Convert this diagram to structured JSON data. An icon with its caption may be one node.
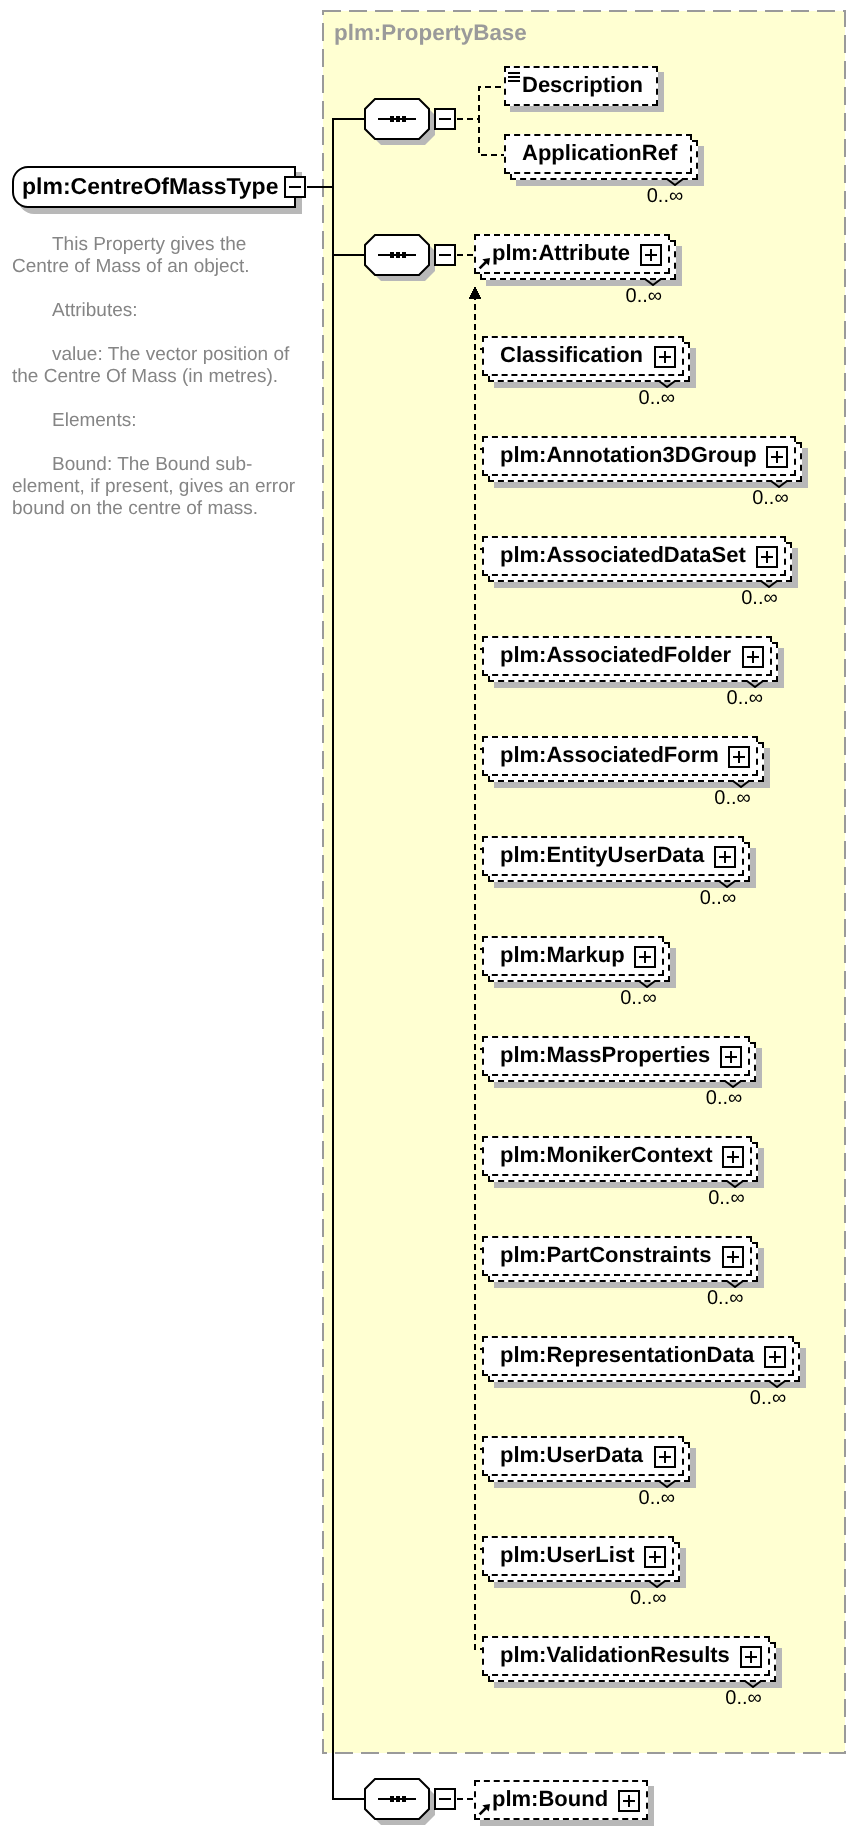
{
  "diagram": {
    "nodes": [
      {
        "text": [
          "plm:CentreOfMassType"
        ],
        "beside": [
          "This Property gives the Centre of Mass of an object.",
          "Attributes:",
          "value: The vector position of the Centre Of Mass (in metres).",
          "Elements:",
          "Bound: The Bound sub-element, if present, gives an error bound on the centre of mass."
        ]
      },
      {
        "text": [
          "plm:PropertyBase"
        ]
      },
      {
        "text": [],
        "shape": "octagon",
        "in": 1
      },
      {
        "text": [
          "Description"
        ],
        "in": 1
      },
      {
        "text": [
          "ApplicationRef"
        ],
        "in": 1,
        "beside": [
          "0..∞"
        ]
      },
      {
        "text": [],
        "shape": "octagon",
        "in": 1
      },
      {
        "text": [
          "plm:Attribute"
        ],
        "in": 1,
        "beside": [
          "0..∞"
        ]
      },
      {
        "text": [
          "Classification"
        ],
        "in": 1,
        "beside": [
          "0..∞"
        ]
      },
      {
        "text": [
          "plm:Annotation3DGroup"
        ],
        "in": 1,
        "beside": [
          "0..∞"
        ]
      },
      {
        "text": [
          "plm:AssociatedDataSet"
        ],
        "in": 1,
        "beside": [
          "0..∞"
        ]
      },
      {
        "text": [
          "plm:AssociatedFolder"
        ],
        "in": 1,
        "beside": [
          "0..∞"
        ]
      },
      {
        "text": [
          "plm:AssociatedForm"
        ],
        "in": 1,
        "beside": [
          "0..∞"
        ]
      },
      {
        "text": [
          "plm:EntityUserData"
        ],
        "in": 1,
        "beside": [
          "0..∞"
        ]
      },
      {
        "text": [
          "plm:Markup"
        ],
        "in": 1,
        "beside": [
          "0..∞"
        ]
      },
      {
        "text": [
          "plm:MassProperties"
        ],
        "in": 1,
        "beside": [
          "0..∞"
        ]
      },
      {
        "text": [
          "plm:MonikerContext"
        ],
        "in": 1,
        "beside": [
          "0..∞"
        ]
      },
      {
        "text": [
          "plm:PartConstraints"
        ],
        "in": 1,
        "beside": [
          "0..∞"
        ]
      },
      {
        "text": [
          "plm:RepresentationData"
        ],
        "in": 1,
        "beside": [
          "0..∞"
        ]
      },
      {
        "text": [
          "plm:UserData"
        ],
        "in": 1,
        "beside": [
          "0..∞"
        ]
      },
      {
        "text": [
          "plm:UserList"
        ],
        "in": 1,
        "beside": [
          "0..∞"
        ]
      },
      {
        "text": [
          "plm:ValidationResults"
        ],
        "in": 1,
        "beside": [
          "0..∞"
        ]
      },
      {
        "text": [],
        "shape": "octagon"
      },
      {
        "text": [
          "plm:Bound"
        ]
      }
    ],
    "edges": [
      {
        "from": 0,
        "to": 2,
        "arrow": "none"
      },
      {
        "from": 0,
        "to": 5,
        "arrow": "none"
      },
      {
        "from": 0,
        "to": 21,
        "arrow": "none"
      },
      {
        "from": 2,
        "to": 3,
        "arrow": "none",
        "style": "dashed"
      },
      {
        "from": 2,
        "to": 4,
        "arrow": "none",
        "style": "dashed"
      },
      {
        "from": 5,
        "to": 6,
        "arrow": "none",
        "style": "dashed"
      },
      {
        "from": 7,
        "to": 6,
        "arrow": "to",
        "style": "dashed"
      },
      {
        "from": 8,
        "to": 6,
        "arrow": "to",
        "style": "dashed"
      },
      {
        "from": 9,
        "to": 6,
        "arrow": "to",
        "style": "dashed"
      },
      {
        "from": 10,
        "to": 6,
        "arrow": "to",
        "style": "dashed"
      },
      {
        "from": 11,
        "to": 6,
        "arrow": "to",
        "style": "dashed"
      },
      {
        "from": 12,
        "to": 6,
        "arrow": "to",
        "style": "dashed"
      },
      {
        "from": 13,
        "to": 6,
        "arrow": "to",
        "style": "dashed"
      },
      {
        "from": 14,
        "to": 6,
        "arrow": "to",
        "style": "dashed"
      },
      {
        "from": 15,
        "to": 6,
        "arrow": "to",
        "style": "dashed"
      },
      {
        "from": 16,
        "to": 6,
        "arrow": "to",
        "style": "dashed"
      },
      {
        "from": 17,
        "to": 6,
        "arrow": "to",
        "style": "dashed"
      },
      {
        "from": 18,
        "to": 6,
        "arrow": "to",
        "style": "dashed"
      },
      {
        "from": 19,
        "to": 6,
        "arrow": "to",
        "style": "dashed"
      },
      {
        "from": 20,
        "to": 6,
        "arrow": "to",
        "style": "dashed"
      },
      {
        "from": 21,
        "to": 22,
        "arrow": "none",
        "style": "dashed"
      }
    ]
  }
}
